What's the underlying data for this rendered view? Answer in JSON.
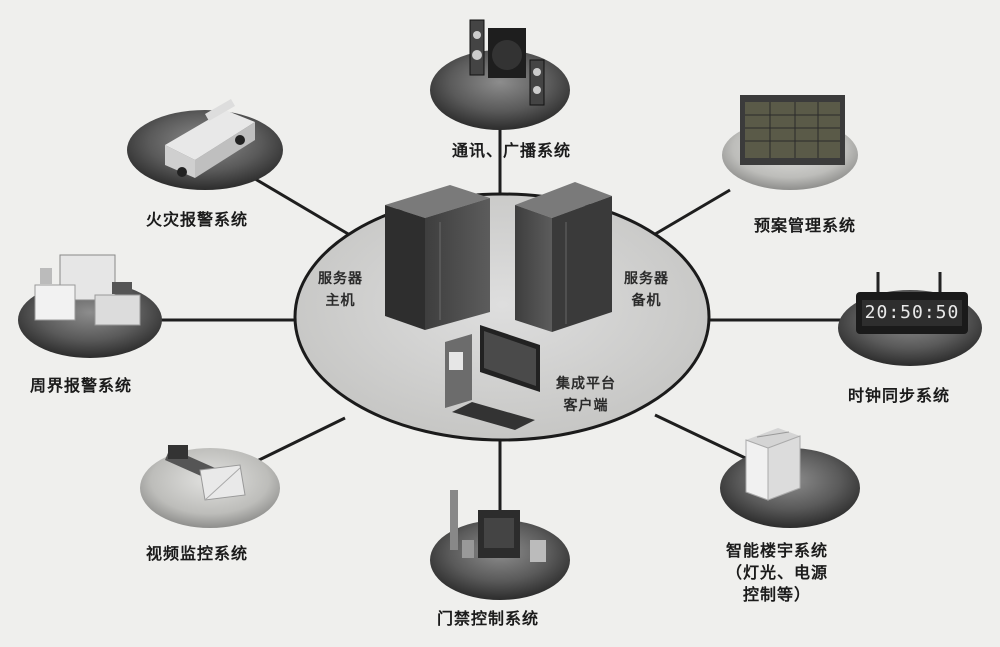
{
  "hub": {
    "main_server": [
      "服务器",
      "主机"
    ],
    "backup_server": [
      "服务器",
      "备机"
    ],
    "client": [
      "集成平台",
      "客户端"
    ]
  },
  "nodes": {
    "broadcast": "通讯、广播系统",
    "fire": "火灾报警系统",
    "plan": "预案管理系统",
    "perimeter": "周界报警系统",
    "clock": "时钟同步系统",
    "clock_display": "20:50:50",
    "video": "视频监控系统",
    "building": [
      "智能楼宇系统",
      "（灯光、电源",
      "控制等）"
    ],
    "access": "门禁控制系统"
  }
}
